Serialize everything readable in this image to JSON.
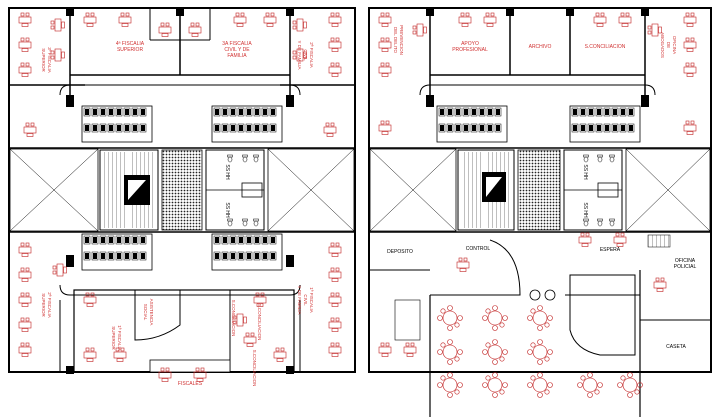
{
  "labels": {
    "left_top_superior_4": "4ª FISCALIA\nSUPERIOR",
    "left_top_civil_3": "3A FISCALIA\nCIVIL Y DE\nFAMILIA",
    "left_top_vertical_superior": "3ª FISCALIA\nSUPERIOR",
    "left_top_vertical_civil_2": "2ª FISCALIA\nCIVIL\nY DE FAMILIA",
    "left_bottom_vertical_superior_2": "2ª FISCALIA\nSUPERIOR",
    "left_bottom_vertical_civil_1": "1ª FISCALIA\nCIVIL\nY DE FAMILIA",
    "left_bottom_superior_1": "1ª FISCALIA\nSUPERIOR",
    "asistencia_social": "ASISTENCIA\nSOCIAL",
    "conciliacion_1": "S.CONCILIACION",
    "conciliacion_2": "S.CONCILIACION",
    "conciliacion_3": "S.CONCILIACION",
    "fiscales": "FISCALES",
    "ss_hh_1": "SS HH",
    "ss_hh_2": "SS HH",
    "prevencion": "PREVENCION\nDEL DELITO",
    "apoyo": "APOYO\nPROFESIONAL",
    "archivo": "ARCHIVO",
    "right_conciliacion": "S.CONCILIACION",
    "oficina_abogados": "OFICINA\nDE\nABOGADOS",
    "deposito": "DEPOSITO",
    "control": "CONTROL",
    "espera": "ESPERA",
    "oficina_policial": "OFICINA\nPOLICIAL",
    "caseta": "CASETA",
    "right_ss_hh_1": "SS HH",
    "right_ss_hh_2": "SS HH"
  },
  "colors": {
    "wall": "#000000",
    "furniture": "#c02020",
    "label": "#d03030",
    "background": "#ffffff"
  }
}
